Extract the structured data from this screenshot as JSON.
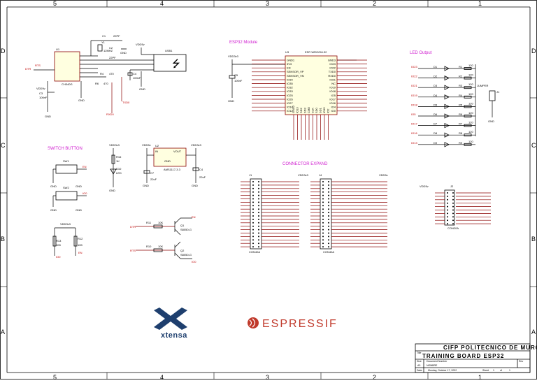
{
  "sheet": {
    "zone_columns": [
      "5",
      "4",
      "3",
      "2",
      "1"
    ],
    "zone_rows": [
      "D",
      "C",
      "B",
      "A"
    ]
  },
  "sections": {
    "esp32_module": "ESP32 Module",
    "led_output": "LED Output",
    "switch_button": "SWITCH BUTTON",
    "connector_expand": "CONNECTOR EXPAND"
  },
  "components": {
    "u1": {
      "ref": "U1",
      "part": "CH340G"
    },
    "usb1": {
      "ref": "USB1"
    },
    "u3": {
      "ref": "U3",
      "part": "ESP-WROOM-32"
    },
    "u2": {
      "ref": "U2",
      "part": "AMS1117-3.3",
      "pins": [
        "IN",
        "VOUT",
        "GND"
      ]
    },
    "d10": {
      "ref": "D10",
      "part": "LED"
    },
    "jumper": {
      "ref": "J1",
      "title": "JUMPER"
    },
    "j_left": {
      "ref": "J1",
      "part": "CON40A"
    },
    "j_mid": {
      "ref": "J4",
      "part": "CON40A"
    },
    "j_right": {
      "ref": "J2",
      "part": "CON20A"
    },
    "q1": {
      "ref": "Q1",
      "part": "S8050-G"
    },
    "q2": {
      "ref": "Q2",
      "part": "S8050-G"
    },
    "sw1": {
      "ref": "SW1"
    },
    "sw2": {
      "ref": "SW2"
    },
    "y1": {
      "ref": "Y1",
      "part": "12MHZ"
    }
  },
  "nets": {
    "vdd5v": "VDD5v",
    "vdd3v3": "VDD3v3",
    "gnd": "GND",
    "dtr": "DTR",
    "rts": "RTS",
    "txd0": "TXD0",
    "rxd0": "RXD0",
    "en": "EN",
    "io0": "IO0"
  },
  "passives": {
    "c1": "C1",
    "c2": "C2",
    "c3": "C3",
    "c4": "C4",
    "c5": "C5",
    "c7": "C7",
    "cap_22pf": "22PF",
    "cap_100nf": "100nF",
    "cap_22uf": "22uF",
    "r4": "R4",
    "r6": "R6",
    "r470": "470",
    "r11": "R11",
    "r10": "R10",
    "r12": "R12",
    "r13": "R13",
    "r16": "R16",
    "r10k": "10K",
    "r1k": "1K",
    "led_res": "120"
  },
  "leds": {
    "refs": [
      "D1",
      "D2",
      "D3",
      "D4",
      "D5",
      "D6",
      "D7",
      "D8",
      "D9"
    ],
    "resistors": [
      "R1",
      "R2",
      "R3",
      "R4",
      "R5",
      "R6",
      "R7",
      "R8",
      "R9"
    ],
    "nets": [
      "IO23",
      "IO22",
      "IO21",
      "IO19",
      "IO18",
      "IO5",
      "IO17",
      "IO16",
      "IO13"
    ]
  },
  "esp32": {
    "left_pins": [
      "GND1",
      "3V3",
      "EN",
      "SENSOR_VP",
      "SENSOR_VN",
      "IO34",
      "IO35",
      "IO32",
      "IO33",
      "IO25",
      "IO26",
      "IO27",
      "IO14",
      "IO12"
    ],
    "right_pins": [
      "GND3",
      "IO23",
      "IO22",
      "TXD0",
      "RXD0",
      "IO21",
      "NC",
      "IO19",
      "IO18",
      "IO5",
      "IO17",
      "IO16",
      "IO4",
      "IO0"
    ],
    "bottom_pins": [
      "GND2",
      "IO13",
      "SD2",
      "SD3",
      "CMD",
      "CLK",
      "SD0",
      "SD1",
      "IO15",
      "IO2"
    ]
  },
  "logos": {
    "xtensa": "xtensa",
    "espressif": "ESPRESSIF"
  },
  "title_block": {
    "company": "CIFP POLITECNICO DE MURCIA",
    "title_label": "Title",
    "title": "TRAINING BOARD ESP32",
    "size_label": "Size",
    "size": "A3",
    "doc_label": "Document Number",
    "doc": "NOMBRE",
    "rev_label": "Rev",
    "date_label": "Date:",
    "date": "Monday, October 17, 2022",
    "sheet_label": "Sheet",
    "sheet": "1",
    "of_label": "of",
    "of": "1"
  }
}
